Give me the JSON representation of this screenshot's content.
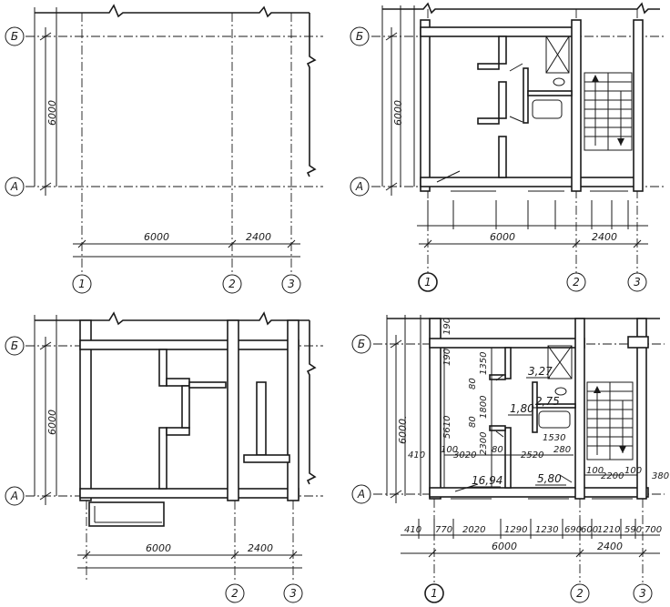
{
  "axes": {
    "letter_b": "Б",
    "letter_a": "А",
    "num_1": "1",
    "num_2": "2",
    "num_3": "3"
  },
  "dims": {
    "span_6000": "6000",
    "span_2400": "2400",
    "height_6000": "6000",
    "height_6000_dot": "6000."
  },
  "room_areas": {
    "living": "16,94",
    "kitchen": "5,80",
    "corridor": "1,80",
    "bath": "2,75",
    "wc": "3,27"
  },
  "detail_dims": {
    "bottom_row": [
      "410",
      "770",
      "2020",
      "1290",
      "1230",
      "690",
      "600",
      "1210",
      "590",
      "700"
    ],
    "inner_row": [
      "100",
      "3020",
      "80",
      "2520",
      "280"
    ],
    "left_410": "410",
    "v_190_top": "190",
    "v_190": "190",
    "v_1350": "1350",
    "v_80_a": "80",
    "v_1800": "1800",
    "v_80_b": "80",
    "v_2300": "2300",
    "v_5610": "5610",
    "w_1530": "1530",
    "stair_100a": "100",
    "stair_2200": "2200",
    "stair_100b": "100",
    "right_380": "380"
  }
}
